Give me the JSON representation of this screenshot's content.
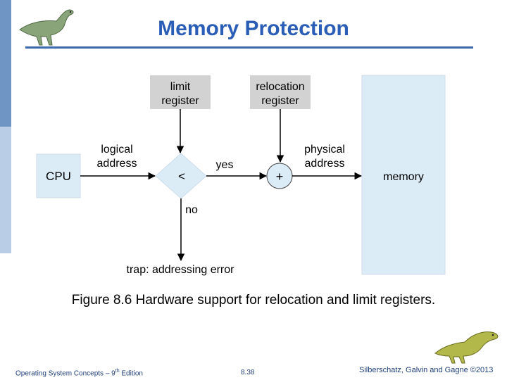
{
  "title": "Memory Protection",
  "diagram": {
    "limit_register": [
      "limit",
      "register"
    ],
    "relocation_register": [
      "relocation",
      "register"
    ],
    "cpu": "CPU",
    "logical_address": [
      "logical",
      "address"
    ],
    "compare_symbol": "<",
    "yes": "yes",
    "no": "no",
    "adder_symbol": "+",
    "physical_address": [
      "physical",
      "address"
    ],
    "memory": "memory",
    "trap": "trap: addressing error"
  },
  "caption": "Figure 8.6 Hardware support for relocation and limit registers.",
  "footer": {
    "book": "Operating System Concepts – 9",
    "book_sup": "th",
    "book_suffix": " Edition",
    "page": "8.38",
    "copyright": "Silberschatz, Galvin and Gagne ©2013"
  },
  "colors": {
    "accent": "#2a5db5",
    "box_fill": "#dbecf7",
    "register_fill": "#d2d2d2"
  }
}
